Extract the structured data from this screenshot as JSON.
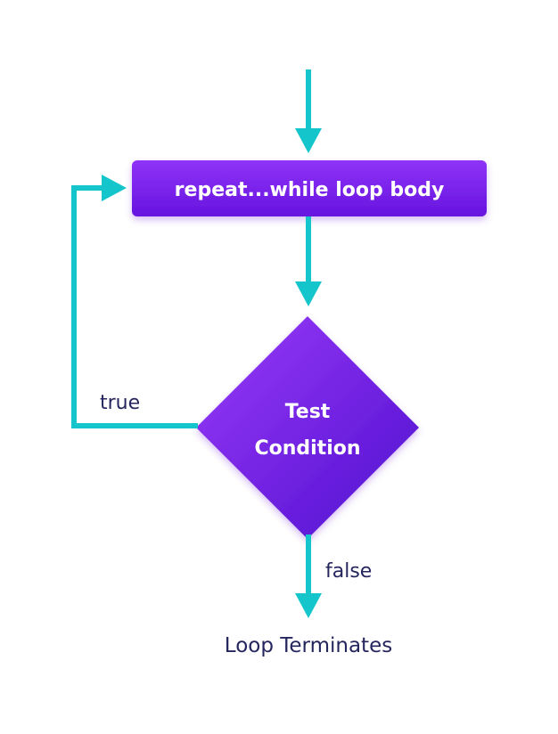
{
  "diagram": {
    "nodes": {
      "loop_body": "repeat...while loop body",
      "condition_line1": "Test",
      "condition_line2": "Condition",
      "terminal": "Loop Terminates"
    },
    "edges": {
      "true_label": "true",
      "false_label": "false"
    },
    "colors": {
      "arrow": "#14c6cc",
      "node_fill_start": "#8a2ef5",
      "node_fill_end": "#5a11d6",
      "text_dark": "#25265e",
      "text_light": "#ffffff"
    }
  }
}
